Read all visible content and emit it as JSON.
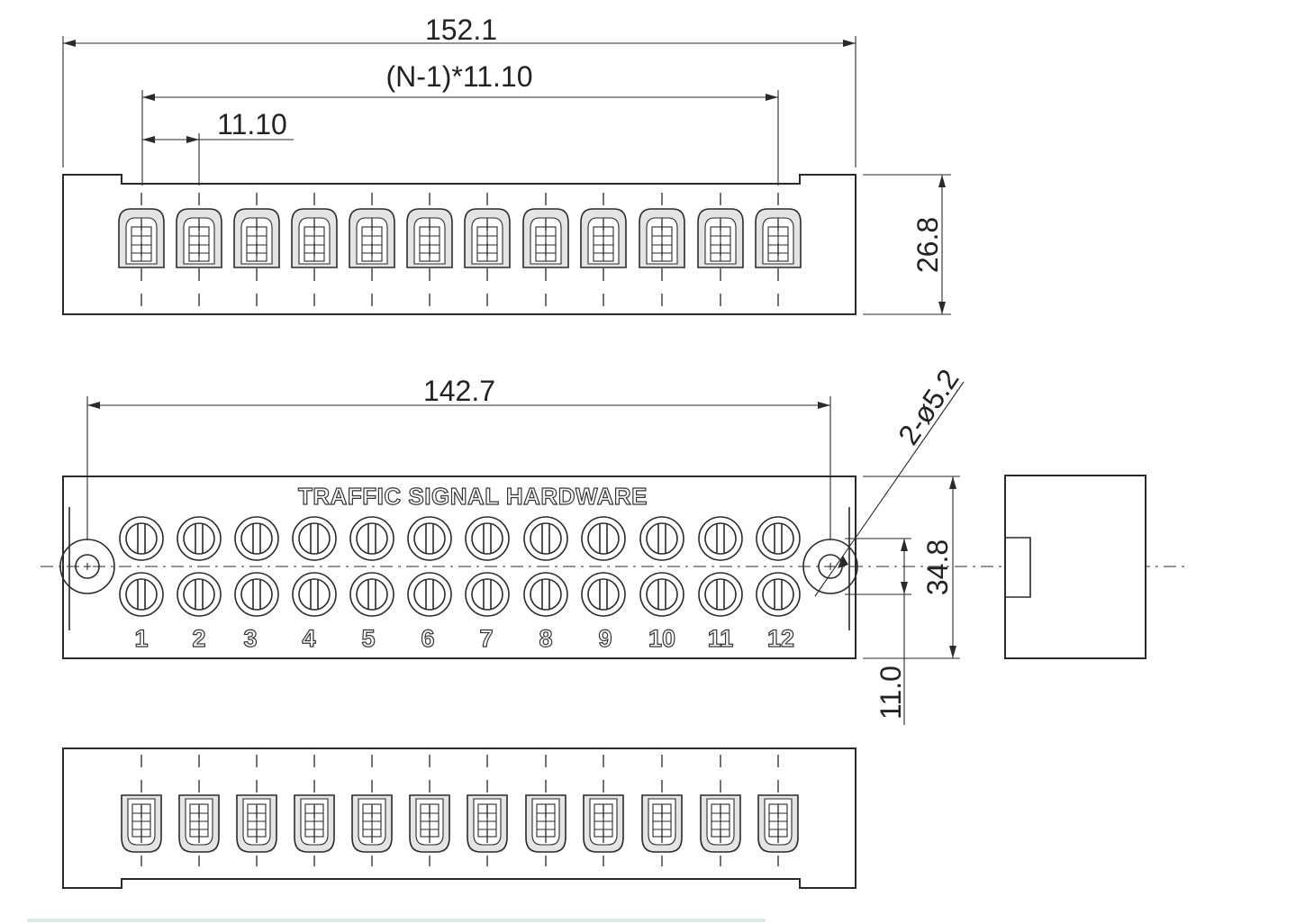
{
  "dimensions": {
    "overall_length": "152.1",
    "pitch_total": "(N-1)*11.10",
    "pitch": "11.10",
    "top_height": "26.8",
    "mount_span": "142.7",
    "hole_spec": "2-ø5.2",
    "front_height": "34.8",
    "side_depth": "11.0"
  },
  "label": {
    "brand": "TRAFFIC SIGNAL HARDWARE"
  },
  "terminals": {
    "numbers": [
      "1",
      "2",
      "3",
      "4",
      "5",
      "6",
      "7",
      "8",
      "9",
      "10",
      "11",
      "12"
    ]
  }
}
